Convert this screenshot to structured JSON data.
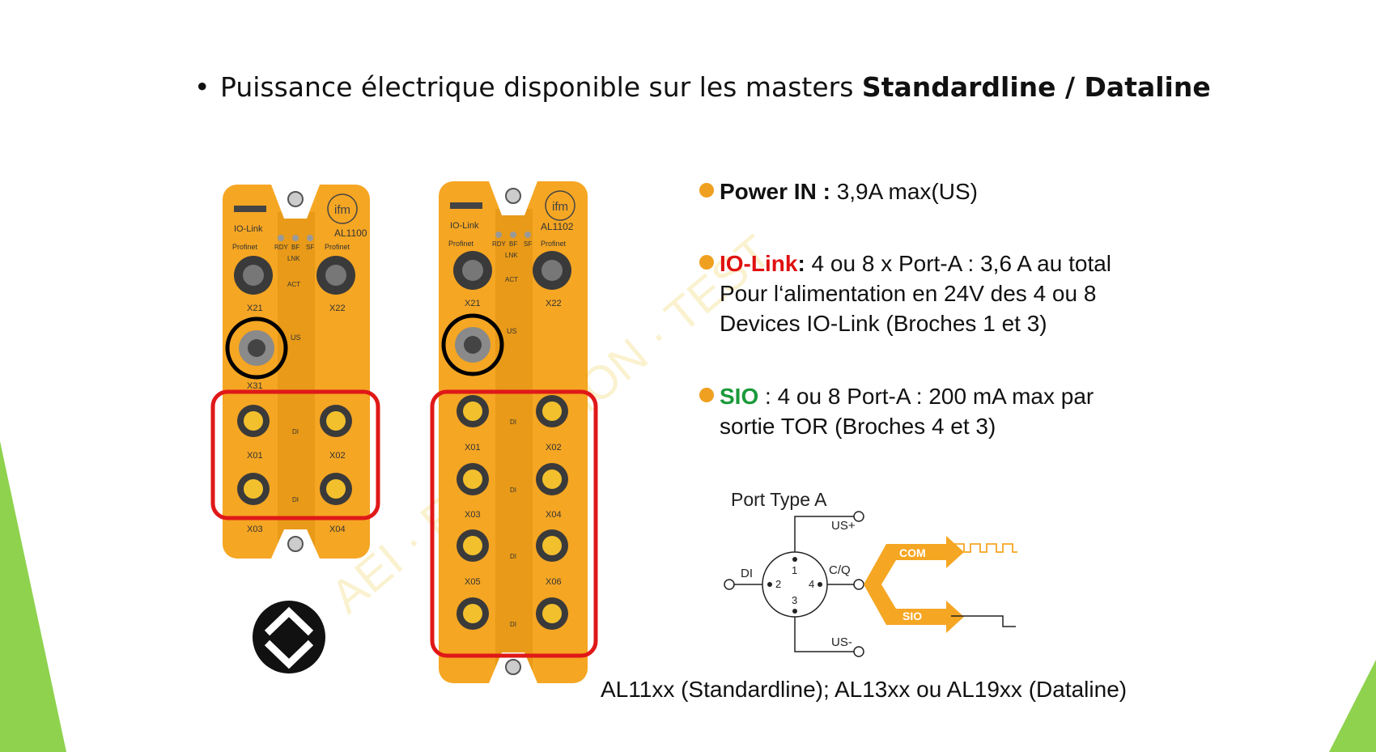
{
  "slide": {
    "title_prefix": "Puissance électrique disponible sur les masters ",
    "title_bold": "Standardline / Dataline"
  },
  "power_in": {
    "label": "Power IN :",
    "text": " 3,9A max(US)"
  },
  "io_link": {
    "label": "IO-Link",
    "colon": ":",
    "text_line1": " 4 ou 8 x Port-A : 3,6 A au total",
    "text_line2": "Pour l‘alimentation en 24V des 4 ou 8",
    "text_line3": "Devices IO-Link (Broches 1 et 3)"
  },
  "sio": {
    "label": "SIO",
    "text_line1": " : 4 ou 8 Port-A : 200 mA max par",
    "text_line2": "sortie TOR (Broches 4 et 3)"
  },
  "port_diagram": {
    "title": "Port Type A",
    "us_plus": "US+",
    "us_minus": "US-",
    "di": "DI",
    "cq": "C/Q",
    "pin1": "1",
    "pin2": "2",
    "pin3": "3",
    "pin4": "4",
    "com": "COM",
    "sio": "SIO"
  },
  "module_left": {
    "model": "AL1100",
    "brand": "IO-Link",
    "profinet_left": "Profinet",
    "profinet_right": "Profinet",
    "leds": [
      "RDY",
      "BF",
      "SF"
    ],
    "lnk": "LNK",
    "act": "ACT",
    "us": "US",
    "di": "DI",
    "ports": [
      "X21",
      "X22",
      "X31",
      "X01",
      "X02",
      "X03",
      "X04"
    ]
  },
  "module_right": {
    "model": "AL1102",
    "brand": "IO-Link",
    "profinet_left": "Profinet",
    "profinet_right": "Profinet",
    "leds": [
      "RDY",
      "BF",
      "SF"
    ],
    "lnk": "LNK",
    "act": "ACT",
    "us": "US",
    "di": "DI",
    "ports": [
      "X21",
      "X22",
      "X01",
      "X02",
      "X03",
      "X04",
      "X05",
      "X06"
    ]
  },
  "caption": "AL11xx (Standardline); AL13xx ou AL19xx (Dataline)",
  "colors": {
    "module_orange": "#f5a623",
    "highlight_red": "#e01818",
    "bullet_orange": "#f0a020",
    "deco_green": "#8ed24e",
    "iolink_red": "#e01010",
    "sio_green": "#1a9a3a"
  }
}
